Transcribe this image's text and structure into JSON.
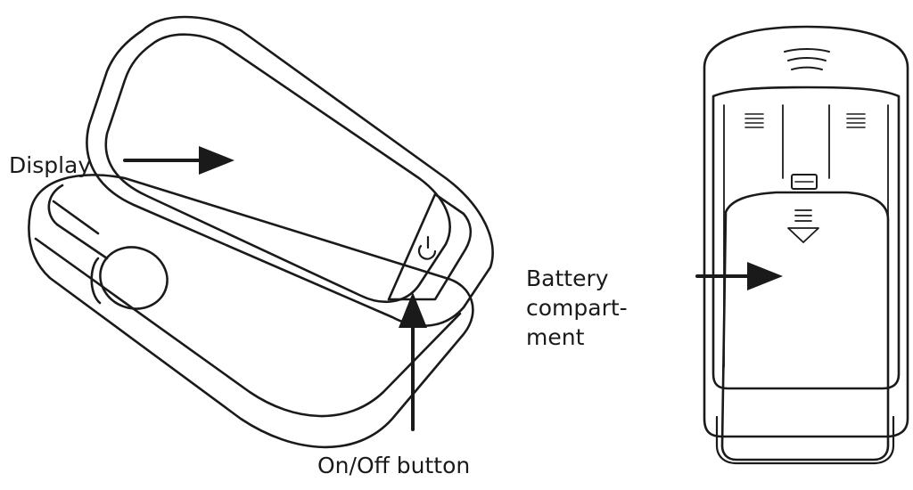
{
  "labels": {
    "display": "Display",
    "on_off_button": "On/Off button",
    "battery_compartment": [
      "Battery",
      "compart-",
      "ment"
    ]
  },
  "colors": {
    "line": "#1a1a1a",
    "background": "#ffffff"
  },
  "icons": {
    "power": "power-icon"
  }
}
